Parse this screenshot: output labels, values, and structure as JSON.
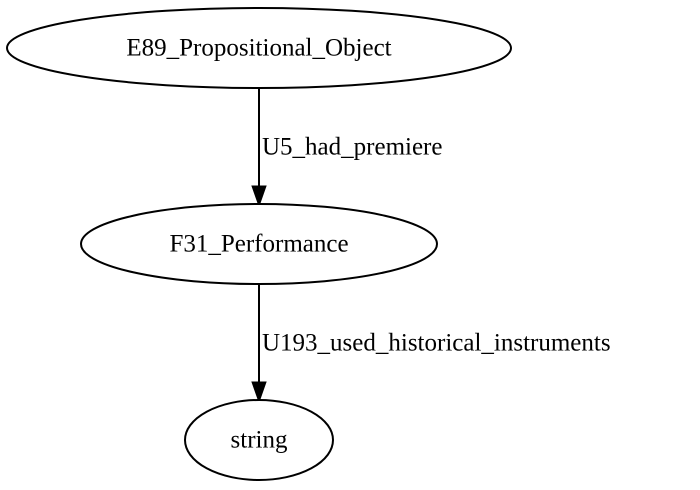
{
  "nodes": {
    "e89": {
      "label": "E89_Propositional_Object"
    },
    "f31": {
      "label": "F31_Performance"
    },
    "string": {
      "label": "string"
    }
  },
  "edges": {
    "u5": {
      "label": "U5_had_premiere"
    },
    "u193": {
      "label": "U193_used_historical_instruments"
    }
  }
}
